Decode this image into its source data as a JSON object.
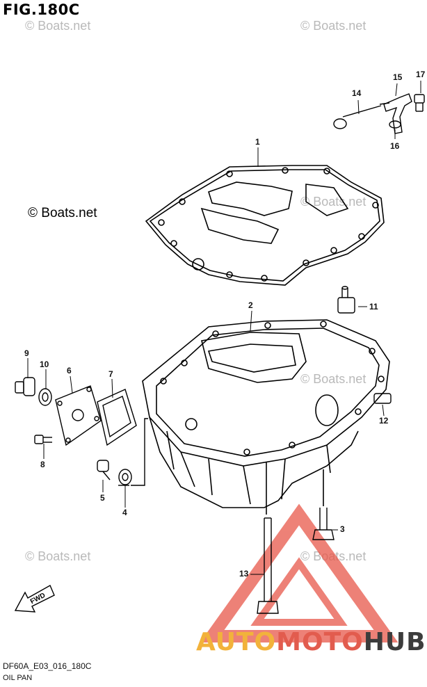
{
  "figure": {
    "title": "FIG.180C",
    "model_code": "DF60A_E03_016_180C",
    "caption": "OIL PAN"
  },
  "watermarks": {
    "main": "© Boats.net",
    "faint": "© Boats.net"
  },
  "brand": {
    "part1": "AUTO",
    "part2": "MOTO",
    "part3": "HUB",
    "colors": {
      "auto": "#f2b23b",
      "moto": "#e25c4e",
      "hub": "#3c3c3c",
      "triangle": "#e8584a"
    }
  },
  "callouts": [
    "1",
    "2",
    "3",
    "4",
    "5",
    "6",
    "7",
    "8",
    "9",
    "10",
    "11",
    "12",
    "13",
    "14",
    "15",
    "16",
    "17"
  ],
  "fwd_label": "FWD"
}
